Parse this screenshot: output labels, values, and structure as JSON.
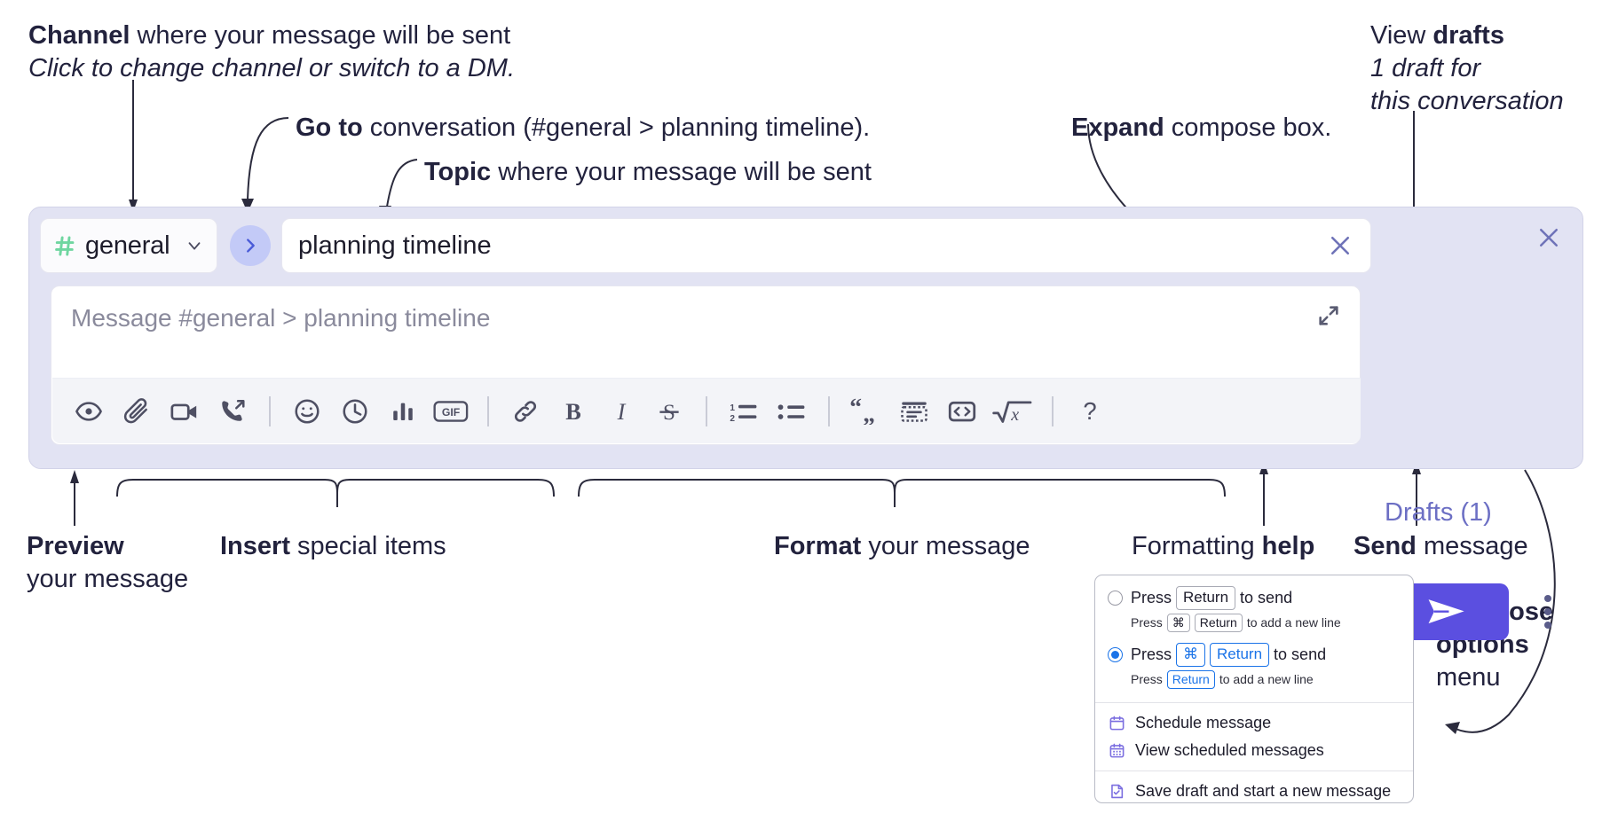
{
  "annotations": {
    "channel": {
      "bold": "Channel",
      "rest": " where your message will be sent",
      "italic": "Click to change channel or switch to a DM."
    },
    "goto": {
      "bold": "Go to",
      "rest": " conversation (#general > planning timeline)."
    },
    "topic": {
      "bold": "Topic",
      "rest": " where your message will be sent"
    },
    "expand": {
      "bold": "Expand",
      "rest": " compose box."
    },
    "drafts": {
      "plain": "View ",
      "bold": "drafts",
      "italic1": "1 draft for",
      "italic2": "this conversation"
    },
    "preview": {
      "bold": "Preview",
      "line2": "your message"
    },
    "insert": {
      "bold": "Insert",
      "rest": " special items"
    },
    "format": {
      "bold": "Format",
      "rest": " your message"
    },
    "help": {
      "plain": "Formatting ",
      "bold": "help"
    },
    "send": {
      "bold": "Send",
      "rest": " message"
    },
    "compose_options": {
      "bold1": "Compose",
      "bold2": "options",
      "plain": "menu"
    }
  },
  "compose": {
    "channel": {
      "name": "general",
      "hash_icon": "hash-icon",
      "chevron_icon": "chevron-down-icon"
    },
    "goto_icon": "chevron-right-icon",
    "topic": {
      "value": "planning timeline",
      "clear_icon": "close-icon"
    },
    "message": {
      "placeholder": "Message #general > planning timeline",
      "value": ""
    },
    "expand_icon": "expand-icon",
    "close_icon": "close-icon",
    "drafts_label": "Drafts (1)",
    "send_icon": "send-paper-plane-icon",
    "kebab_icon": "more-options-vertical-icon",
    "toolbar": [
      {
        "name": "preview-button",
        "icon": "eye-icon"
      },
      {
        "name": "attach-file-button",
        "icon": "paperclip-icon"
      },
      {
        "name": "video-clip-button",
        "icon": "video-camera-icon"
      },
      {
        "name": "audio-clip-button",
        "icon": "phone-arrow-icon"
      },
      {
        "name": "separator-1",
        "icon": "divider"
      },
      {
        "name": "emoji-button",
        "icon": "smiley-icon"
      },
      {
        "name": "reminder-button",
        "icon": "clock-icon"
      },
      {
        "name": "poll-button",
        "icon": "bar-chart-icon"
      },
      {
        "name": "gif-button",
        "icon": "gif-icon"
      },
      {
        "name": "separator-2",
        "icon": "divider"
      },
      {
        "name": "link-button",
        "icon": "link-icon"
      },
      {
        "name": "bold-button",
        "icon": "bold-icon",
        "label": "B"
      },
      {
        "name": "italic-button",
        "icon": "italic-icon",
        "label": "I"
      },
      {
        "name": "strikethrough-button",
        "icon": "strikethrough-icon",
        "label": "S"
      },
      {
        "name": "separator-3",
        "icon": "divider"
      },
      {
        "name": "ordered-list-button",
        "icon": "ordered-list-icon"
      },
      {
        "name": "bulleted-list-button",
        "icon": "bulleted-list-icon"
      },
      {
        "name": "separator-4",
        "icon": "divider"
      },
      {
        "name": "blockquote-button",
        "icon": "quote-icon"
      },
      {
        "name": "code-block-button",
        "icon": "code-block-icon"
      },
      {
        "name": "inline-code-button",
        "icon": "code-brackets-icon"
      },
      {
        "name": "math-button",
        "icon": "square-root-icon"
      },
      {
        "name": "separator-5",
        "icon": "divider"
      },
      {
        "name": "formatting-help-button",
        "icon": "question-mark-icon",
        "label": "?"
      }
    ]
  },
  "popup": {
    "options": [
      {
        "selected": false,
        "main_pre": "Press",
        "main_key": "Return",
        "main_post": "to send",
        "sub_pre": "Press",
        "sub_key1": "⌘",
        "sub_key2": "Return",
        "sub_post": "to add a new line"
      },
      {
        "selected": true,
        "main_pre": "Press",
        "main_key1": "⌘",
        "main_key2": "Return",
        "main_post": "to send",
        "sub_pre": "Press",
        "sub_key": "Return",
        "sub_post": "to add a new line"
      }
    ],
    "items": [
      {
        "label": "Schedule message",
        "icon": "calendar-icon"
      },
      {
        "label": "View scheduled messages",
        "icon": "calendar-grid-icon"
      },
      {
        "label": "Save draft and start a new message",
        "icon": "document-check-icon"
      }
    ]
  },
  "colors": {
    "panel_bg": "#e2e3f3",
    "send_purple": "#5b4fe0",
    "goto_blue": "#c3caf7",
    "hash_green": "#6fd6a0",
    "drafts_text": "#6c6fc4",
    "popup_blue": "#1a73e8",
    "popup_icon_purple": "#7b6ee0"
  }
}
